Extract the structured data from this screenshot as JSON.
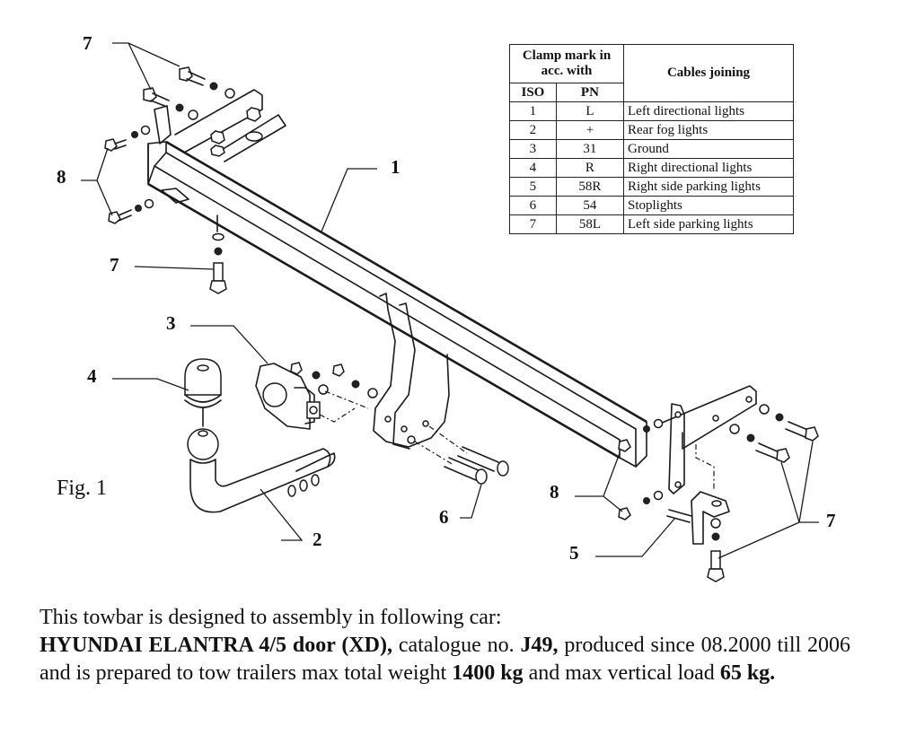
{
  "figure": {
    "label": "Fig. 1",
    "callouts": {
      "c1": "1",
      "c2": "2",
      "c3": "3",
      "c4": "4",
      "c5": "5",
      "c6": "6",
      "c7_top": "7",
      "c7_mid": "7",
      "c7_right": "7",
      "c8_left": "8",
      "c8_right": "8"
    },
    "parts": [
      {
        "number": "1",
        "name": "towbar-crossbeam"
      },
      {
        "number": "2",
        "name": "tow-ball-hook"
      },
      {
        "number": "3",
        "name": "socket-plate"
      },
      {
        "number": "4",
        "name": "ball-cap"
      },
      {
        "number": "5",
        "name": "bracket-clamp"
      },
      {
        "number": "6",
        "name": "mounting-bolts"
      },
      {
        "number": "7",
        "name": "bolts-washers"
      },
      {
        "number": "8",
        "name": "side-bolts"
      }
    ]
  },
  "table": {
    "header": {
      "clamp_mark": "Clamp mark in acc. with",
      "cables_joining": "Cables joining",
      "iso": "ISO",
      "pn": "PN"
    },
    "rows": [
      {
        "iso": "1",
        "pn": "L",
        "cable": "Left directional lights"
      },
      {
        "iso": "2",
        "pn": "+",
        "cable": "Rear fog lights"
      },
      {
        "iso": "3",
        "pn": "31",
        "cable": "Ground"
      },
      {
        "iso": "4",
        "pn": "R",
        "cable": "Right directional lights"
      },
      {
        "iso": "5",
        "pn": "58R",
        "cable": "Right side parking lights"
      },
      {
        "iso": "6",
        "pn": "54",
        "cable": "Stoplights"
      },
      {
        "iso": "7",
        "pn": "58L",
        "cable": "Left side parking lights"
      }
    ]
  },
  "description": {
    "line1": "This towbar is designed to assembly in following car:",
    "car_model": "HYUNDAI ELANTRA 4/5 door (XD),",
    "catalogue_prefix": " catalogue no. ",
    "catalogue_no": "J49,",
    "produced_text": " produced since 08.2000 till 2006 and is prepared to tow trailers max total weight ",
    "max_weight": "1400 kg",
    "max_text": " and max vertical load ",
    "vertical_load": "65 kg."
  }
}
